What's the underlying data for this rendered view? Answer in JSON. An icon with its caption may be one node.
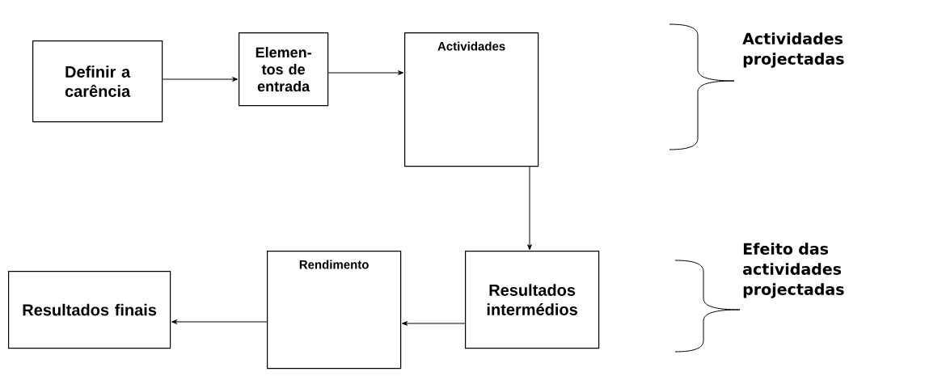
{
  "diagram": {
    "nodes": [
      {
        "text": [
          "Definir a carência"
        ]
      },
      {
        "text": [
          "Elemen-tos de entrada"
        ]
      },
      {
        "text": [
          "Actividades"
        ]
      },
      {
        "text": [
          "Resultados intermédios"
        ]
      },
      {
        "text": [
          "Rendimento"
        ]
      },
      {
        "text": [
          "Resultados finais"
        ]
      }
    ],
    "edges": [
      {
        "from": 0,
        "to": 1,
        "arrow": "to"
      },
      {
        "from": 1,
        "to": 2,
        "arrow": "to"
      },
      {
        "from": 2,
        "to": 3,
        "arrow": "to"
      },
      {
        "from": 3,
        "to": 4,
        "arrow": "to"
      },
      {
        "from": 4,
        "to": 5,
        "arrow": "to"
      }
    ],
    "labels": [
      "Actividades projectadas",
      "Efeito das actividades projectadas"
    ]
  }
}
